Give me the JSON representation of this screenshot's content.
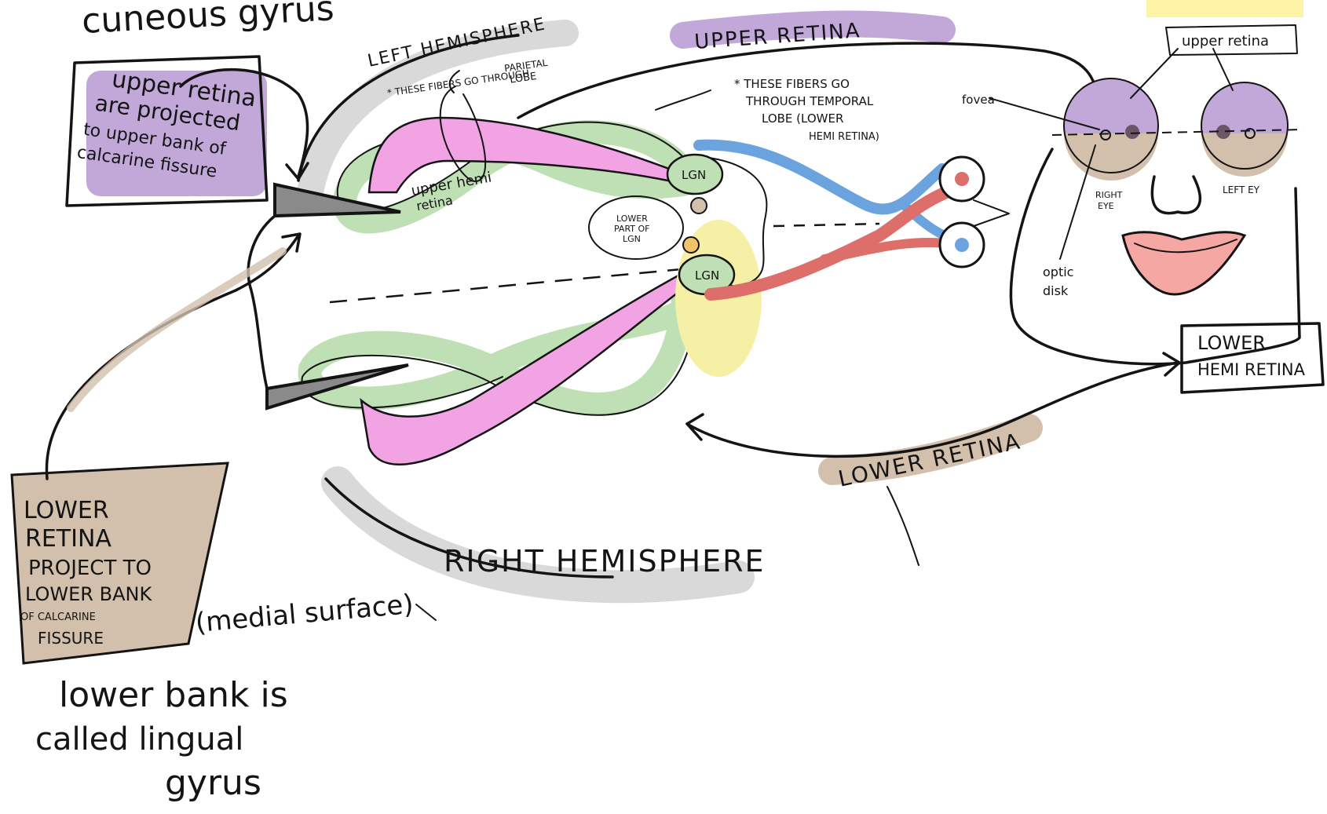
{
  "labels": {
    "cuneous": "cuneous gyrus",
    "left_hemisphere": "LEFT HEMISPHERE",
    "upper_retina_arrow": "UPPER RETINA",
    "upper_box": [
      "upper retina",
      "are projected",
      "to upper bank of",
      "calcarine fissure"
    ],
    "parietal_note": [
      "* THESE FIBERS GO THROUGH",
      "PARIETAL",
      "LOBE"
    ],
    "upper_hemi_retina": [
      "upper hemi",
      "retina"
    ],
    "temporal_note": [
      "* THESE FIBERS GO",
      "THROUGH TEMPORAL",
      "LOBE (LOWER",
      "HEMI RETINA)"
    ],
    "lgn_upper": "LGN",
    "lgn_lower": "LGN",
    "lower_part_lgn": [
      "LOWER",
      "PART OF",
      "LGN"
    ],
    "fovea": "fovea",
    "upper_retina_tag": "upper retina",
    "right_eye": [
      "RIGHT",
      "EYE"
    ],
    "left_eye": "LEFT EY",
    "optic_disk": [
      "optic",
      "disk"
    ],
    "lower_hemi_retina": [
      "LOWER",
      "HEMI RETINA"
    ],
    "lower_retina_arrow": "LOWER RETINA",
    "right_hemisphere": "RIGHT HEMISPHERE",
    "lower_box": [
      "LOWER",
      "RETINA",
      "PROJECT TO",
      "LOWER BANK",
      "OF CALCARINE",
      "FISSURE"
    ],
    "medial_surface": "(medial surface)",
    "lingual": [
      "lower bank is",
      "called lingual",
      "gyrus"
    ]
  },
  "colors": {
    "ink": "#141414",
    "upper_retina_purple": "#c2a8d9",
    "lower_retina_tan": "#d2c0ad",
    "optic_radiation_pink": "#f2a3e4",
    "meyer_loop_green": "#bfe0b4",
    "nasal_blue": "#6aa3de",
    "temporal_red": "#dd6e6a",
    "chiasm_yellow": "#f6f0a6",
    "hemisphere_gray": "#d9d9d9",
    "lips_pink": "#f4a7a3",
    "label_yellow": "#fff3a6"
  }
}
